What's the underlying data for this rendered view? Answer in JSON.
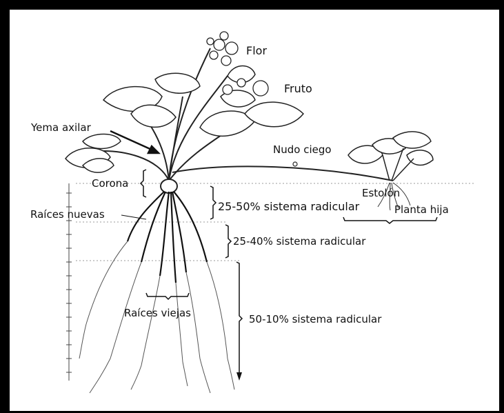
{
  "labels": {
    "flor": "Flor",
    "fruto": "Fruto",
    "yema_axilar": "Yema axilar",
    "nudo_ciego": "Nudo ciego",
    "corona": "Corona",
    "estolon": "Estolón",
    "raices_nuevas": "Raíces nuevas",
    "sistema_25_50": "25-50% sistema radicular",
    "planta_hija": "Planta hija",
    "sistema_25_40": "25-40% sistema radicular",
    "raices_viejas": "Raíces viejas",
    "sistema_50_10": "50-10% sistema radicular"
  },
  "colors": {
    "frame": "#000000",
    "line": "#1a1a1a",
    "ground": "#8a8a8a"
  }
}
